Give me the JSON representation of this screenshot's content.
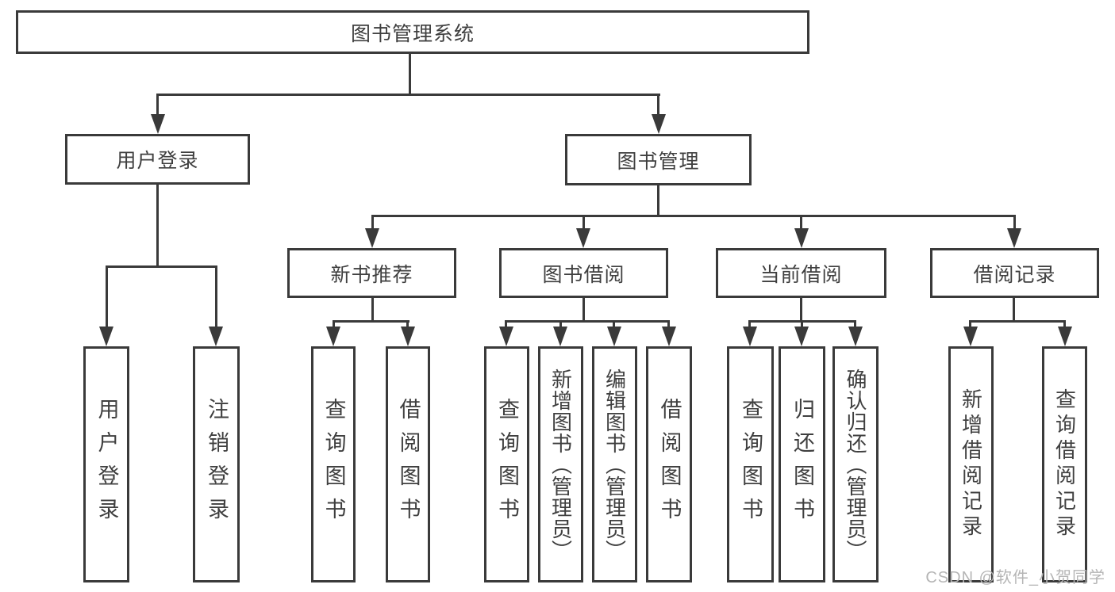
{
  "diagram": {
    "title": "图书管理系统",
    "root": {
      "label": "图书管理系统"
    },
    "branches": [
      {
        "label": "用户登录",
        "children": [
          {
            "label": "用户登录"
          },
          {
            "label": "注销登录"
          }
        ]
      },
      {
        "label": "图书管理",
        "children": [
          {
            "label": "新书推荐",
            "children": [
              {
                "label": "查询图书"
              },
              {
                "label": "借阅图书"
              }
            ]
          },
          {
            "label": "图书借阅",
            "children": [
              {
                "label": "查询图书"
              },
              {
                "label": "新增图书（管理员）"
              },
              {
                "label": "编辑图书（管理员）"
              },
              {
                "label": "借阅图书"
              }
            ]
          },
          {
            "label": "当前借阅",
            "children": [
              {
                "label": "查询图书"
              },
              {
                "label": "归还图书"
              },
              {
                "label": "确认归还（管理员）"
              }
            ]
          },
          {
            "label": "借阅记录",
            "children": [
              {
                "label": "新增借阅记录"
              },
              {
                "label": "查询借阅记录"
              }
            ]
          }
        ]
      }
    ]
  },
  "watermark": {
    "text": "CSDN @软件_小贺同学"
  },
  "colors": {
    "line": "#3a3a3a",
    "text": "#3f3f3f",
    "watermark": "#b5b5b5",
    "background": "#ffffff"
  }
}
